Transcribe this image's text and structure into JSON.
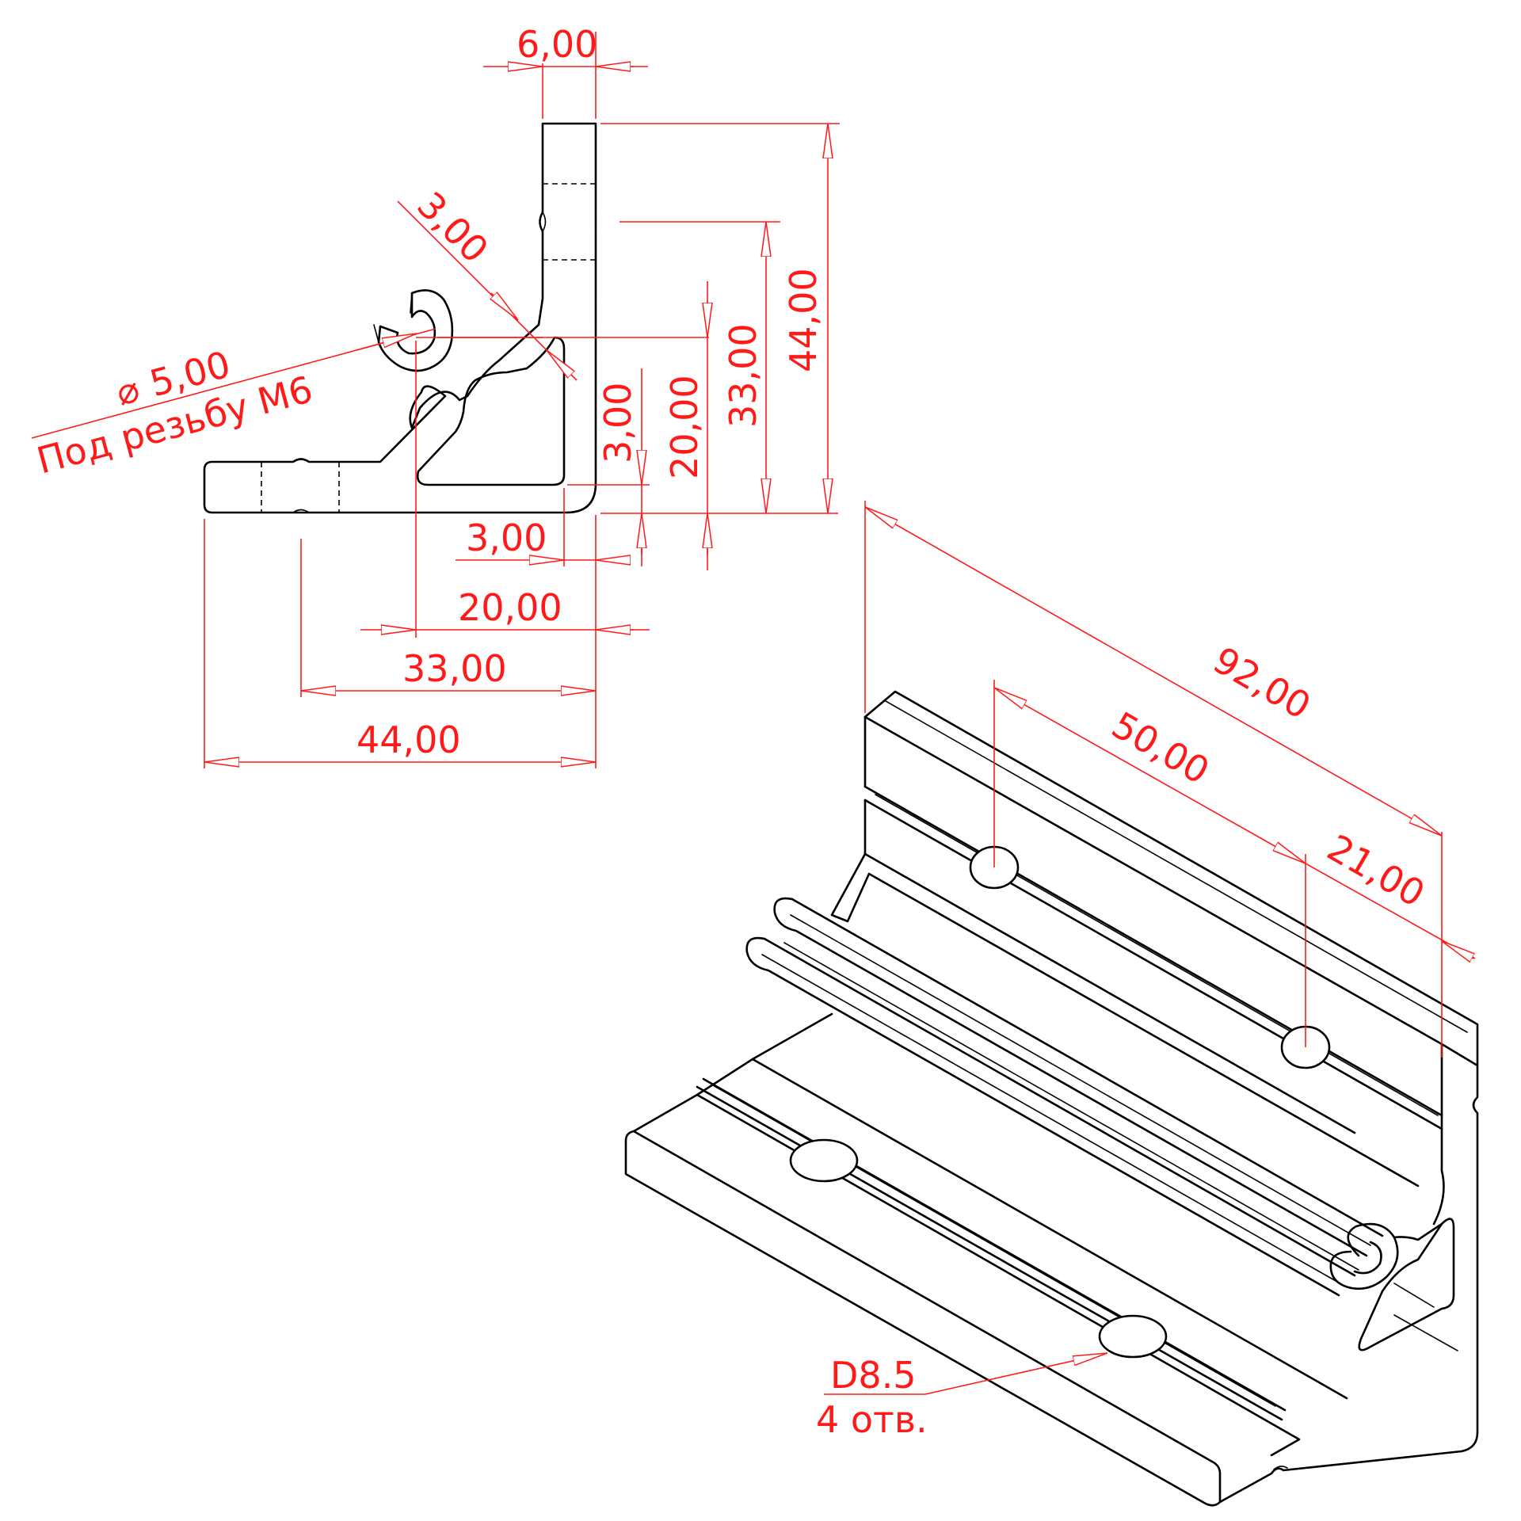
{
  "colors": {
    "dimension": "#ff1a1a",
    "outline": "#000000",
    "background": "#ffffff"
  },
  "profile_dims": {
    "flange_thickness": "6,00",
    "chamfer": "3,00",
    "thread_diameter": "5,00",
    "thread_note": "Под резьбу М6",
    "gap_vertical": "3,00",
    "gap_horizontal": "3,00",
    "hole_vertical": "20,00",
    "hole_horizontal": "20,00",
    "slot_vertical": "33,00",
    "slot_horizontal": "33,00",
    "height": "44,00",
    "width": "44,00"
  },
  "iso_dims": {
    "length": "92,00",
    "hole_spacing": "50,00",
    "hole_offset": "21,00",
    "hole_diameter": "D8.5",
    "hole_count": "4 отв."
  },
  "diameter_symbol": "⌀"
}
